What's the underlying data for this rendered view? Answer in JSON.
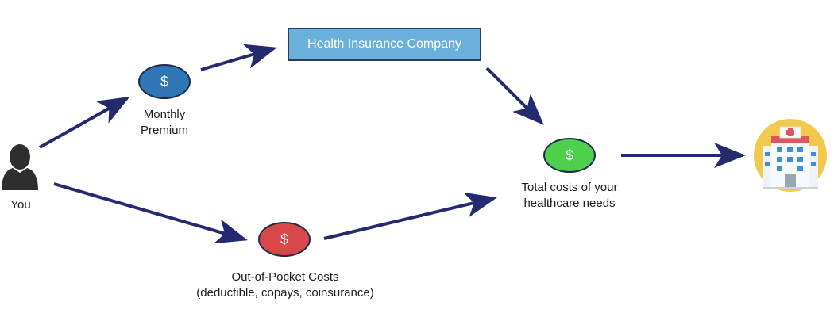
{
  "nodes": {
    "you": {
      "label": "You"
    },
    "premium": {
      "symbol": "$",
      "label_line1": "Monthly",
      "label_line2": "Premium",
      "color": "#2f76b6"
    },
    "insurer": {
      "label": "Health Insurance Company",
      "color": "#6ab0dc"
    },
    "total": {
      "symbol": "$",
      "label_line1": "Total costs of your",
      "label_line2": "healthcare needs",
      "color": "#4ed04c"
    },
    "oop": {
      "symbol": "$",
      "label_line1": "Out-of-Pocket Costs",
      "label_line2": "(deductible, copays, coinsurance)",
      "color": "#d94848"
    },
    "hospital": {
      "icon": "hospital-icon"
    }
  },
  "colors": {
    "arrow": "#232a6e",
    "person": "#2e2e2e"
  }
}
